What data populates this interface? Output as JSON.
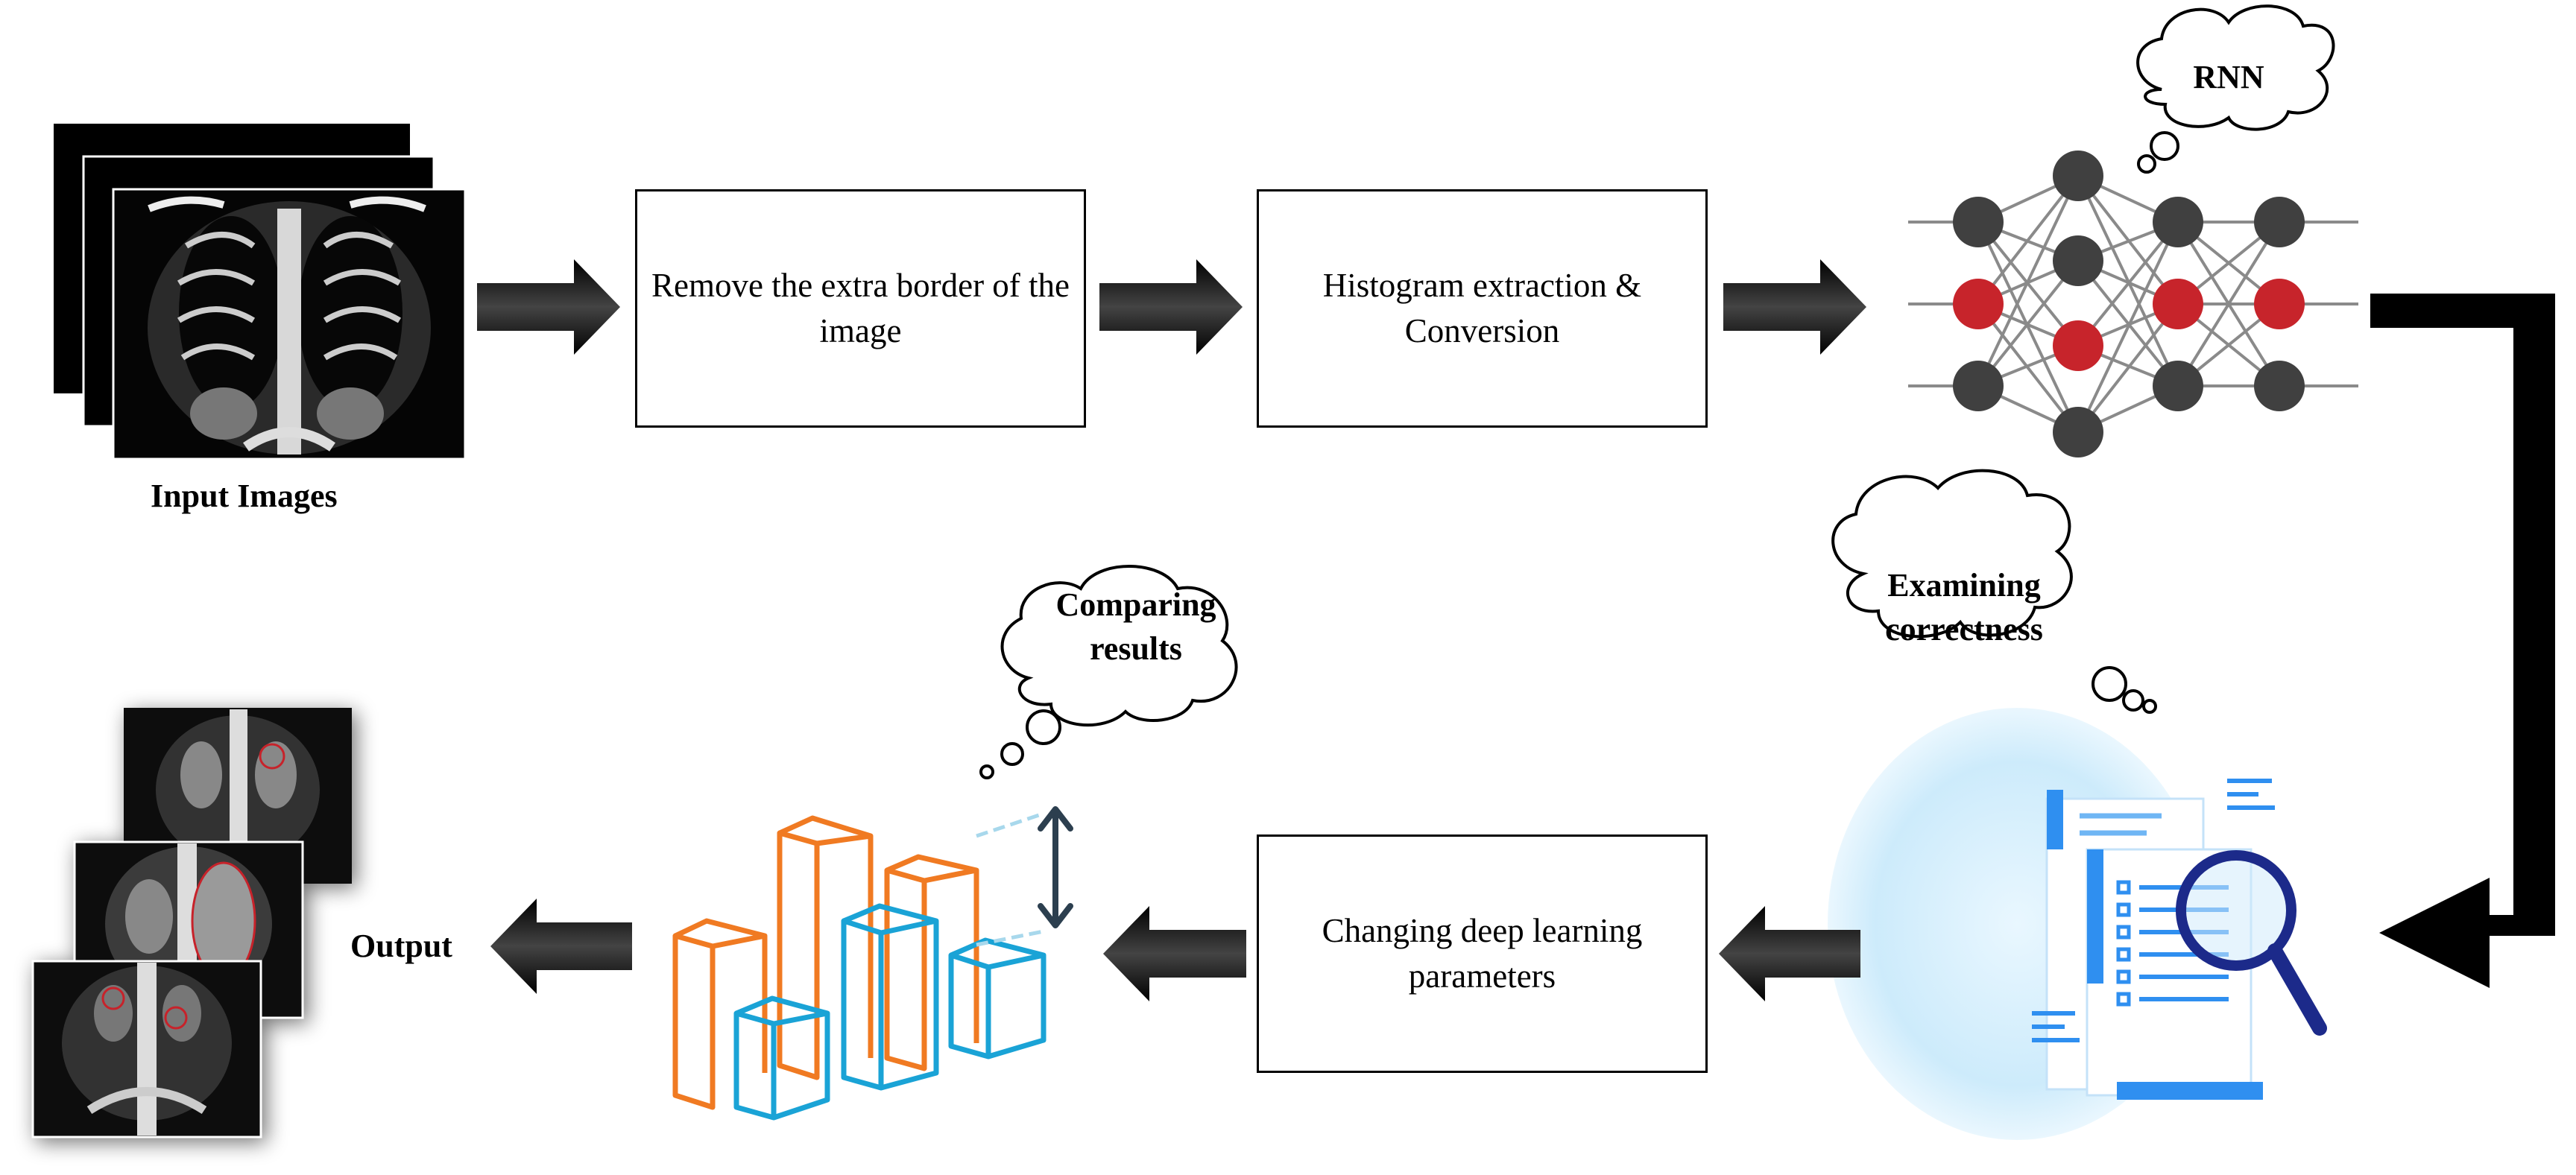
{
  "steps": {
    "remove_border": "Remove the extra border of the image",
    "histogram": "Histogram extraction & Conversion",
    "changing_params": "Changing deep learning parameters"
  },
  "labels": {
    "input_images": "Input Images",
    "output": "Output"
  },
  "clouds": {
    "rnn": "RNN",
    "examining": [
      "Examining",
      "correctness"
    ],
    "comparing": [
      "Comparing",
      "results"
    ]
  },
  "colors": {
    "arrow": "#000000",
    "neuron_gray": "#404040",
    "neuron_red": "#c7242b",
    "bar_orange": "#f07a22",
    "bar_blue": "#1aa3d6",
    "doc_blue": "#2f8ff0",
    "magnifier": "#1c2a8a",
    "bubble": "#d8eefb"
  },
  "icons": [
    "ct-scan-stack-image",
    "neural-network-icon",
    "document-search-icon",
    "bar-chart-3d-icon",
    "ct-output-stack-image"
  ]
}
